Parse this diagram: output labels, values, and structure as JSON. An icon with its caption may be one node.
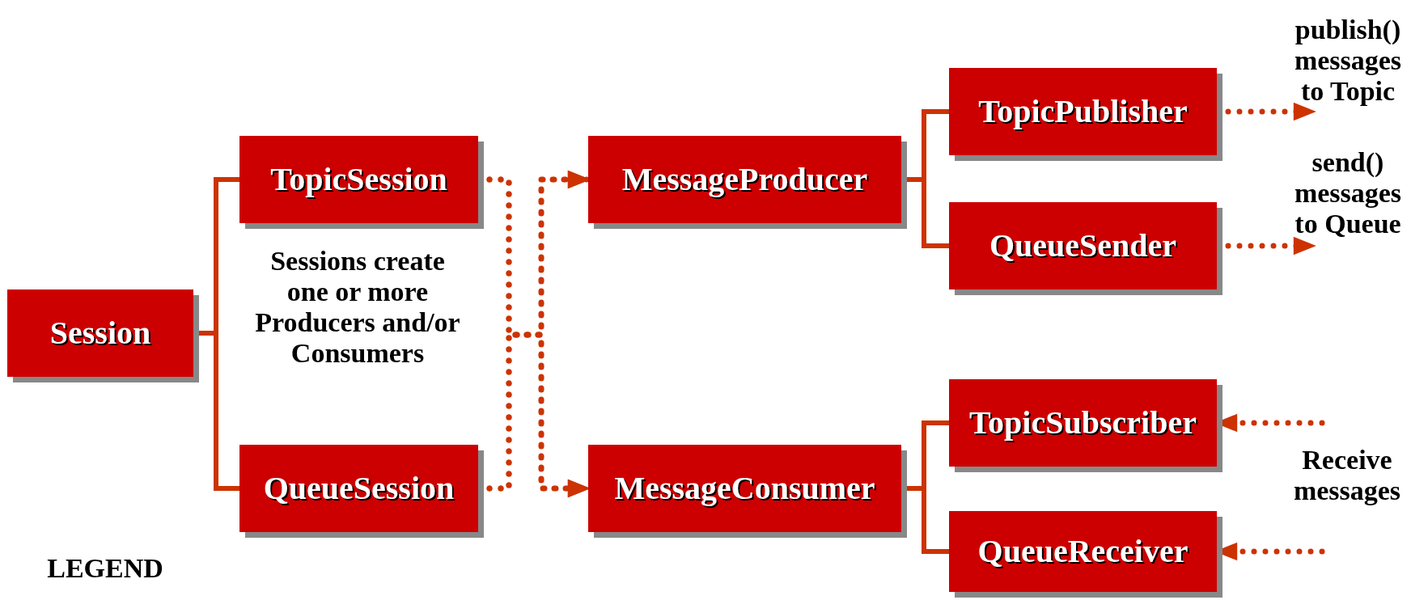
{
  "diagram": {
    "nodes": [
      {
        "text": [
          "Session"
        ]
      },
      {
        "text": [
          "TopicSession"
        ]
      },
      {
        "text": [
          "QueueSession"
        ]
      },
      {
        "text": [
          "MessageProducer"
        ]
      },
      {
        "text": [
          "MessageConsumer"
        ]
      },
      {
        "text": [
          "TopicPublisher"
        ]
      },
      {
        "text": [
          "QueueSender"
        ]
      },
      {
        "text": [
          "TopicSubscriber"
        ]
      },
      {
        "text": [
          "QueueReceiver"
        ]
      },
      {
        "text": [
          "publish() messages to Topic"
        ]
      },
      {
        "text": [
          "send() messages to Queue"
        ]
      }
    ],
    "edges": [
      {
        "from": 0,
        "to": 1,
        "arrow": "none"
      },
      {
        "from": 0,
        "to": 2,
        "arrow": "none"
      },
      {
        "from": 1,
        "to": 3,
        "arrow": "to",
        "style": "dashed"
      },
      {
        "from": 1,
        "to": 4,
        "arrow": "to",
        "style": "dashed"
      },
      {
        "from": 2,
        "to": 3,
        "arrow": "to",
        "style": "dashed"
      },
      {
        "from": 2,
        "to": 4,
        "arrow": "to",
        "style": "dashed"
      },
      {
        "from": 3,
        "to": 5,
        "arrow": "none"
      },
      {
        "from": 3,
        "to": 6,
        "arrow": "none"
      },
      {
        "from": 4,
        "to": 7,
        "arrow": "none"
      },
      {
        "from": 4,
        "to": 8,
        "arrow": "none"
      },
      {
        "from": 5,
        "to": 9,
        "arrow": "to",
        "style": "dashed"
      },
      {
        "from": 6,
        "to": 10,
        "arrow": "to",
        "style": "dashed"
      },
      {
        "from": null,
        "to": 7,
        "arrow": "to",
        "style": "dashed"
      },
      {
        "from": null,
        "to": 8,
        "arrow": "to",
        "style": "dashed"
      }
    ],
    "labels": [
      "Sessions create one or more Producers and/or Consumers",
      "Receive messages",
      "LEGEND"
    ]
  }
}
